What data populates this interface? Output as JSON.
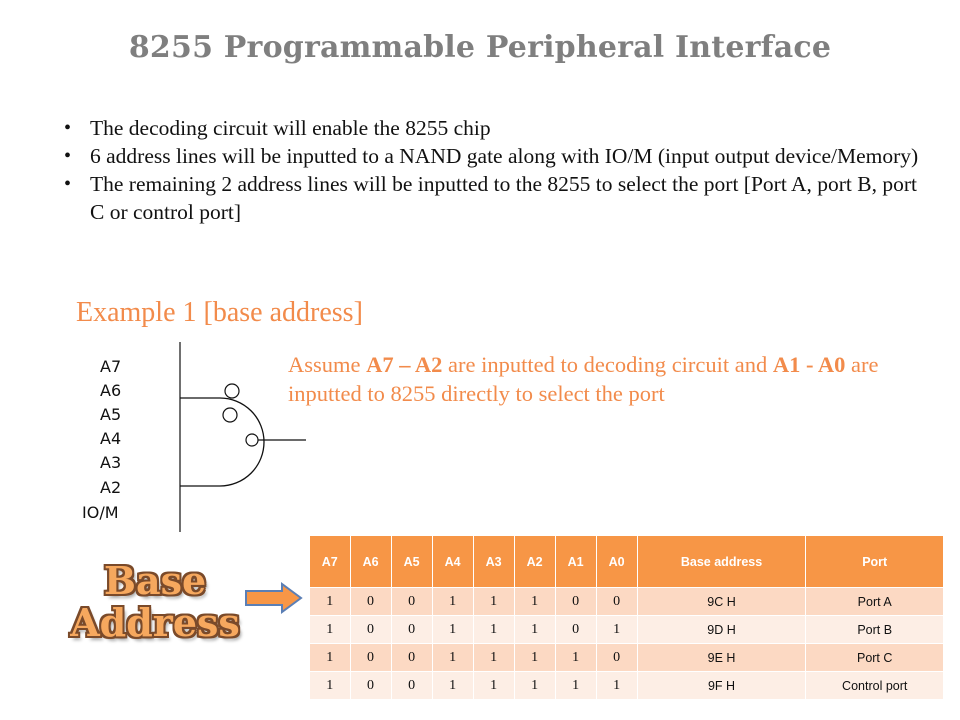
{
  "title": "8255 Programmable Peripheral Interface",
  "bullets": [
    "The decoding circuit will enable the 8255 chip",
    "6 address lines will be inputted to a NAND gate along with IO/M (input output device/Memory)",
    "The remaining 2 address lines will be inputted to the 8255 to select the port [Port A, port B, port C or control port]"
  ],
  "example_heading": "Example 1 [base address]",
  "assume": {
    "part1": "Assume ",
    "bold1": "A7 – A2",
    "part2": " are inputted to decoding circuit and ",
    "bold2": "A1 - A0",
    "part3": " are inputted to 8255 directly to select the port"
  },
  "gate_inputs": [
    "A7",
    "A6",
    "A5",
    "A4",
    "A3",
    "A2",
    "IO/M"
  ],
  "inverted_inputs": [
    "A6",
    "A5"
  ],
  "base_address_label_line1": "Base",
  "base_address_label_line2": "Address",
  "table": {
    "headers": [
      "A7",
      "A6",
      "A5",
      "A4",
      "A3",
      "A2",
      "A1",
      "A0",
      "Base address",
      "Port"
    ],
    "rows": [
      [
        "1",
        "0",
        "0",
        "1",
        "1",
        "1",
        "0",
        "0",
        "9C H",
        "Port A"
      ],
      [
        "1",
        "0",
        "0",
        "1",
        "1",
        "1",
        "0",
        "1",
        "9D H",
        "Port B"
      ],
      [
        "1",
        "0",
        "0",
        "1",
        "1",
        "1",
        "1",
        "0",
        "9E H",
        "Port C"
      ],
      [
        "1",
        "0",
        "0",
        "1",
        "1",
        "1",
        "1",
        "1",
        "9F H",
        "Control port"
      ]
    ]
  },
  "colors": {
    "accent": "#f28b4b",
    "header_bg": "#f79646",
    "row_odd": "#fcd9c3",
    "row_even": "#fdeee5",
    "title": "#7f7f7f",
    "arrow_fill": "#f79646",
    "arrow_stroke": "#5b7fb5"
  }
}
